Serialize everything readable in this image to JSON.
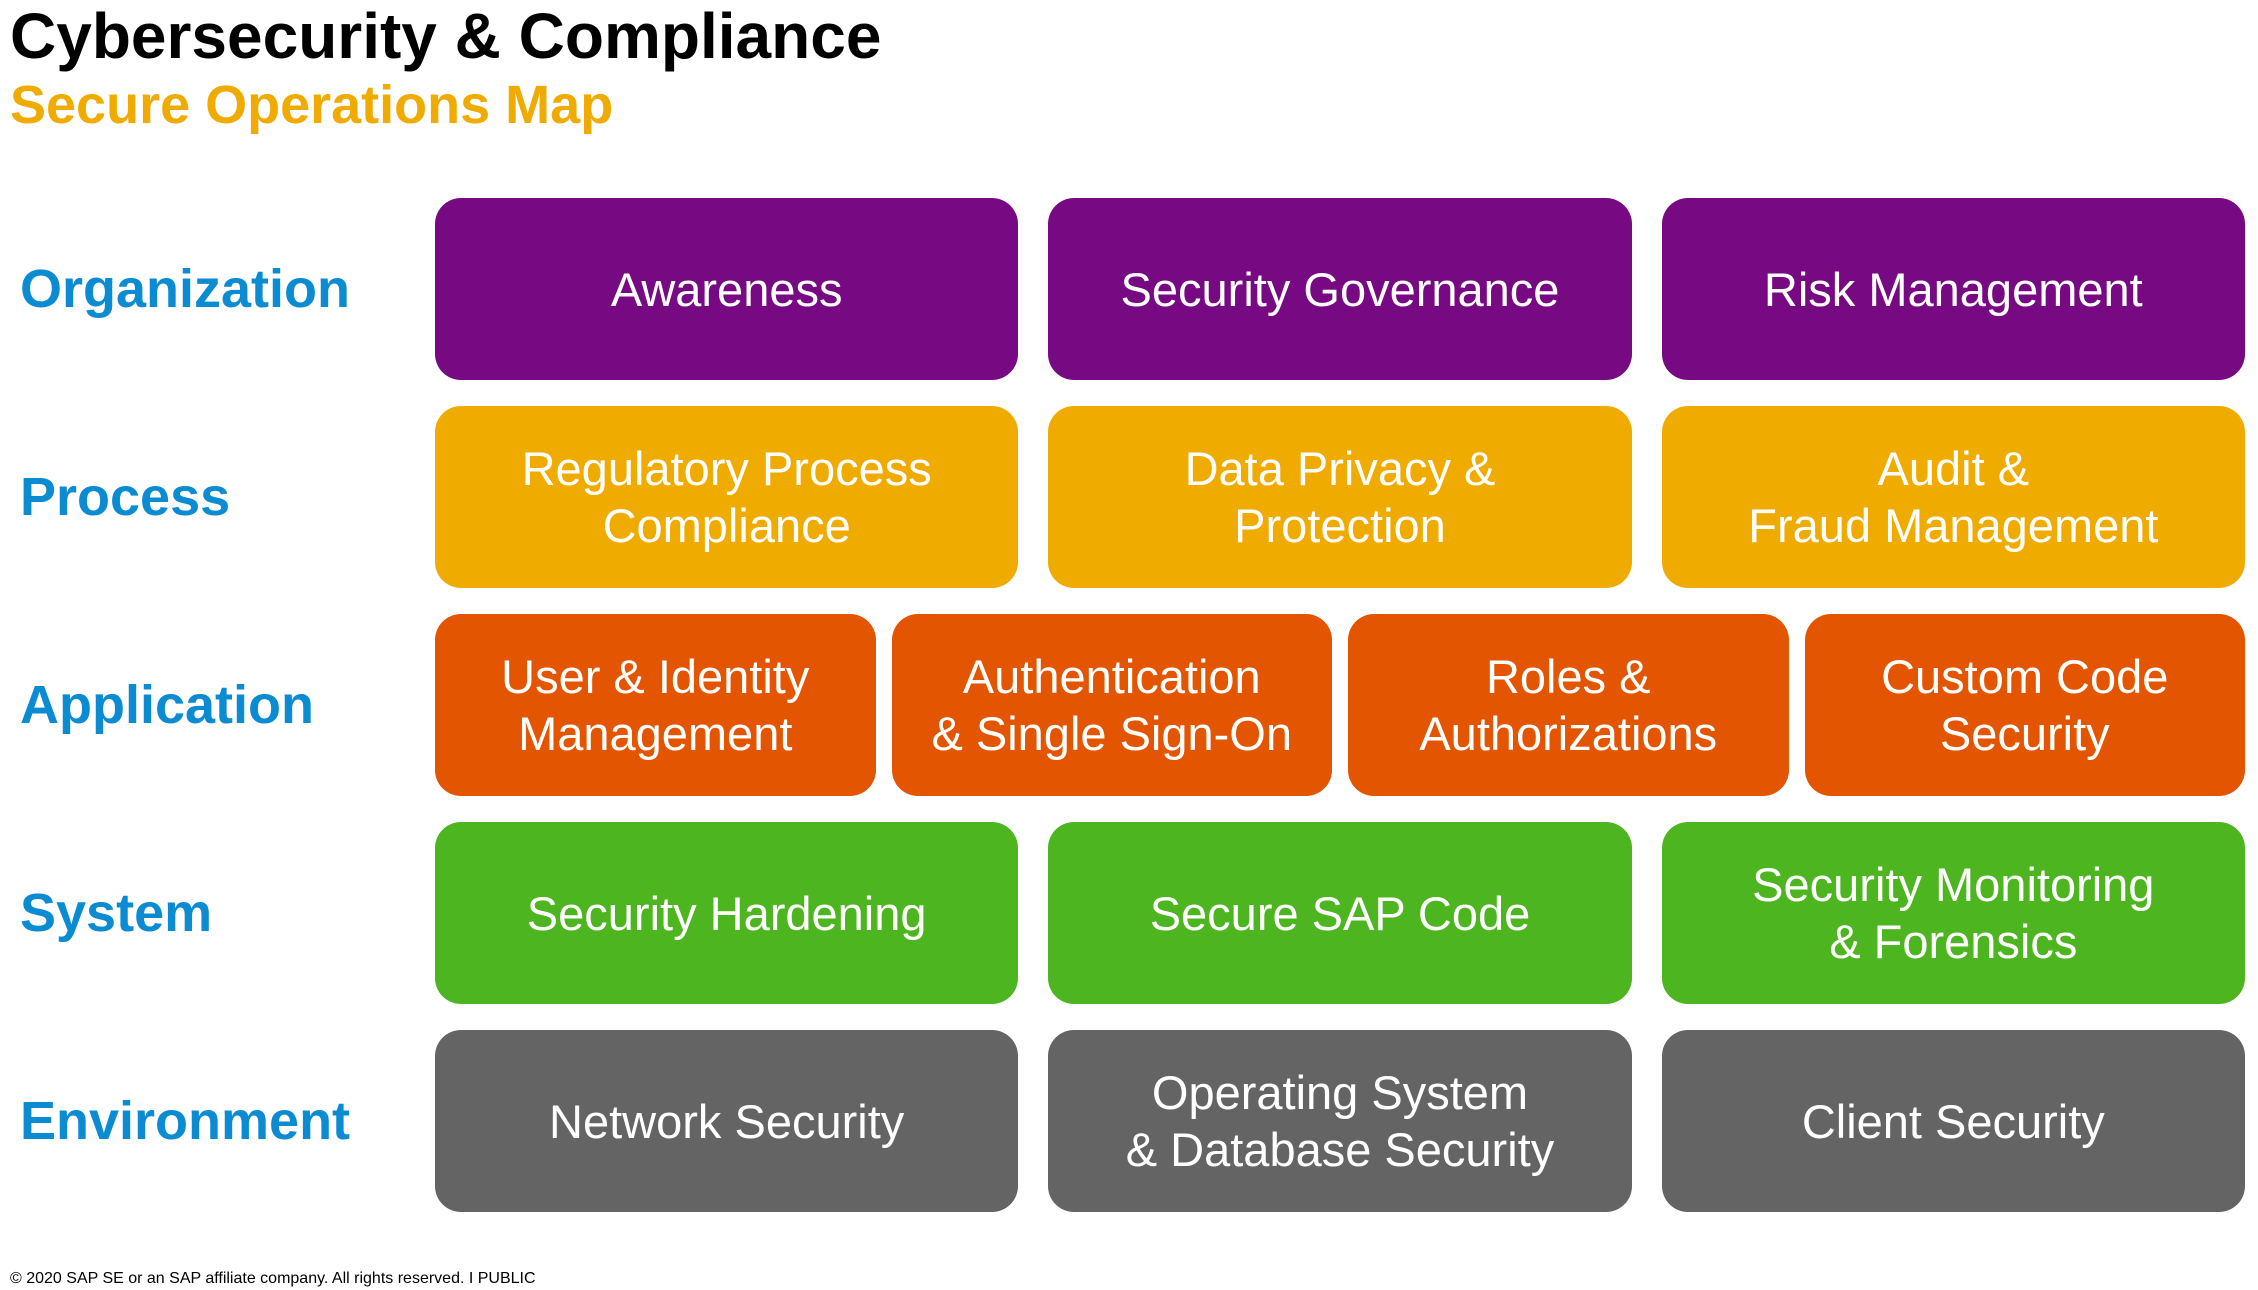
{
  "header": {
    "title": "Cybersecurity & Compliance",
    "subtitle": "Secure Operations Map"
  },
  "colors": {
    "subtitle": "#f0ab00",
    "row_label": "#0a8bd2",
    "organization": "#770a82",
    "process": "#f0ab00",
    "application": "#e35500",
    "system": "#4db51f",
    "environment": "#646464"
  },
  "rows": [
    {
      "label": "Organization",
      "tiles": [
        "Awareness",
        "Security Governance",
        "Risk Management"
      ]
    },
    {
      "label": "Process",
      "tiles": [
        "Regulatory Process\nCompliance",
        "Data Privacy &\nProtection",
        "Audit &\nFraud Management"
      ]
    },
    {
      "label": "Application",
      "tiles": [
        "User & Identity\nManagement",
        "Authentication\n& Single Sign-On",
        "Roles &\nAuthorizations",
        "Custom Code\nSecurity"
      ]
    },
    {
      "label": "System",
      "tiles": [
        "Security Hardening",
        "Secure SAP Code",
        "Security Monitoring\n& Forensics"
      ]
    },
    {
      "label": "Environment",
      "tiles": [
        "Network Security",
        "Operating System\n& Database Security",
        "Client Security"
      ]
    }
  ],
  "footer": {
    "copyright": "© 2020 SAP SE or an SAP affiliate company. All rights reserved.  Ι   PUBLIC"
  }
}
